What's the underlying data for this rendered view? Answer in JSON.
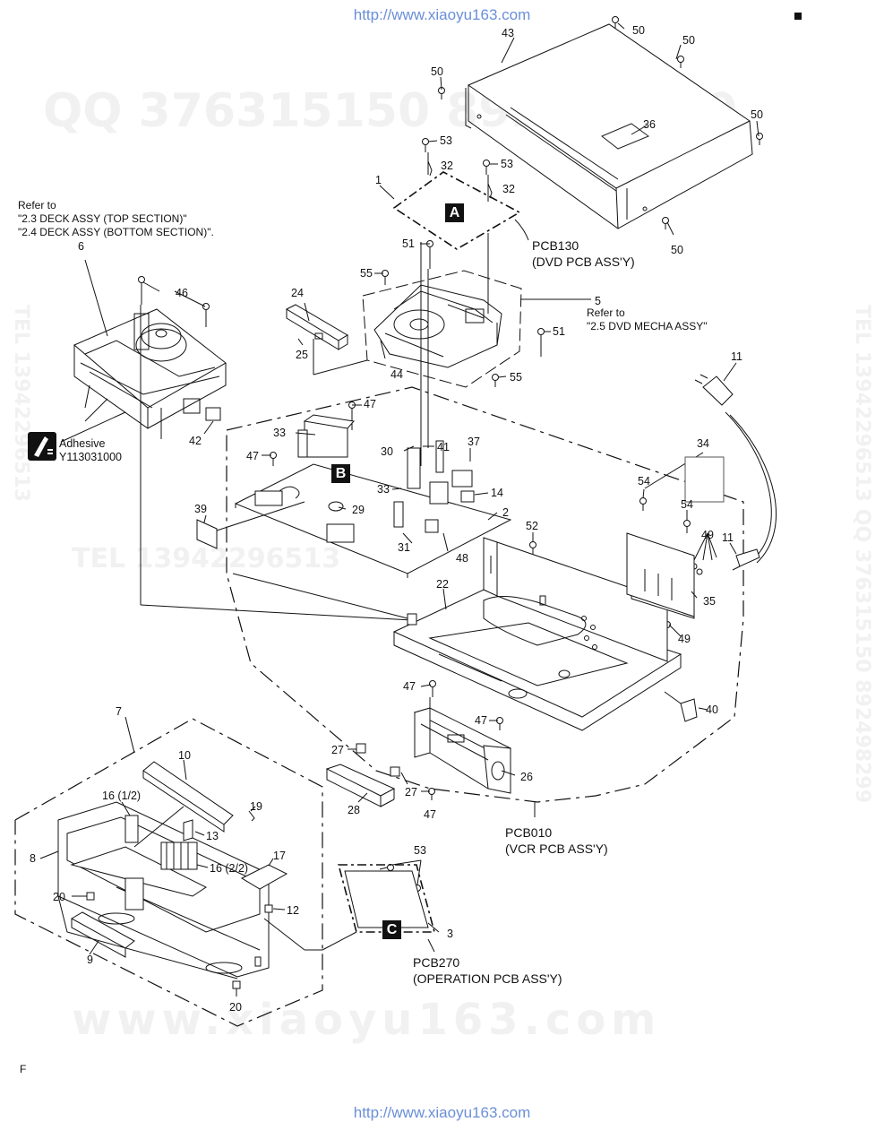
{
  "header_url": "http://www.xiaoyu163.com",
  "footer_url": "http://www.xiaoyu163.com",
  "watermarks": {
    "qq_line": "QQ 376315150  892498299",
    "tel_line": "TEL 13942296513",
    "vertical_right": "TEL 13942296513  QQ 376315150  892498299",
    "vertical_left": "TEL 13942296513",
    "bottom_line": "www.xiaoyu163.com"
  },
  "refer_deck": {
    "line1": "Refer to",
    "line2": "\"2.3 DECK ASSY (TOP SECTION)\"",
    "line3": "\"2.4 DECK ASSY (BOTTOM SECTION)\"."
  },
  "refer_dvd": {
    "line1": "Refer to",
    "line2": "\"2.5 DVD MECHA ASSY\""
  },
  "adhesive": {
    "label": "Adhesive",
    "code": "Y113031000",
    "icon": "adhesive-bottle-icon"
  },
  "pcbs": {
    "pcb130": {
      "name": "PCB130",
      "desc": "(DVD PCB ASS'Y)"
    },
    "pcb010": {
      "name": "PCB010",
      "desc": "(VCR PCB ASS'Y)"
    },
    "pcb270": {
      "name": "PCB270",
      "desc": "(OPERATION PCB ASS'Y)"
    }
  },
  "board_letters": {
    "a": "A",
    "b": "B",
    "c": "C"
  },
  "part_numbers": {
    "p43": "43",
    "p50a": "50",
    "p50b": "50",
    "p50c": "50",
    "p50d": "50",
    "p50e": "50",
    "p36": "36",
    "p53a": "53",
    "p53b": "53",
    "p32a": "32",
    "p32b": "32",
    "p1": "1",
    "p51a": "51",
    "p55a": "55",
    "p5": "5",
    "p24": "24",
    "p25": "25",
    "p44": "44",
    "p51b": "51",
    "p55b": "55",
    "p6": "6",
    "p46": "46",
    "p11a": "11",
    "p42": "42",
    "p47a": "47",
    "p33a": "33",
    "p47b": "47",
    "p30": "30",
    "p41": "41",
    "p37": "37",
    "p34": "34",
    "p14": "14",
    "p33b": "33",
    "p29": "29",
    "p2": "2",
    "p39": "39",
    "p54a": "54",
    "p54b": "54",
    "p52": "52",
    "p31": "31",
    "p48": "48",
    "p49a": "49",
    "p11b": "11",
    "p22": "22",
    "p35": "35",
    "p49b": "49",
    "p47c": "47",
    "p40": "40",
    "p7": "7",
    "p47d": "47",
    "p27a": "27",
    "p10": "10",
    "p26": "26",
    "p27b": "27",
    "p16a": "16 (1/2)",
    "p19": "19",
    "p28": "28",
    "p47e": "47",
    "p13": "13",
    "p53c": "53",
    "p8": "8",
    "p17": "17",
    "p16b": "16 (2/2)",
    "p20a": "20",
    "p12": "12",
    "p3": "3",
    "p9": "9",
    "p20b": "20"
  },
  "footer_letter": "F"
}
